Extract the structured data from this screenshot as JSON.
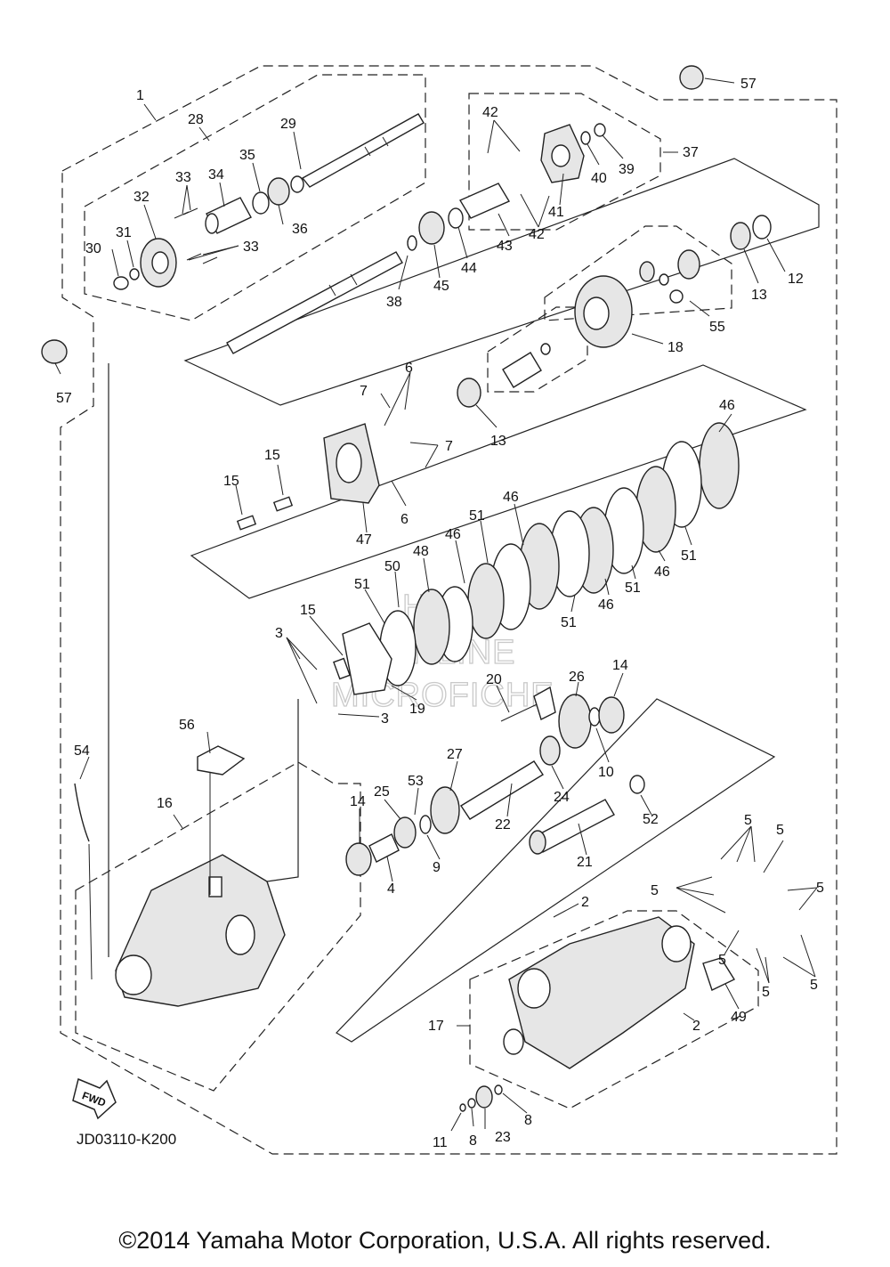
{
  "diagram_code": "JD03110-K200",
  "fwd_label": "FWD",
  "watermark": [
    "HLSM",
    "ONLINE",
    "MICROFICHE"
  ],
  "copyright": "©2014 Yamaha Motor Corporation, U.S.A. All rights reserved.",
  "callouts": {
    "c1": "1",
    "c2a": "2",
    "c2b": "2",
    "c3a": "3",
    "c3b": "3",
    "c4": "4",
    "c5a": "5",
    "c5b": "5",
    "c5c": "5",
    "c5d": "5",
    "c5e": "5",
    "c5f": "5",
    "c5g": "5",
    "c6a": "6",
    "c6b": "6",
    "c7a": "7",
    "c7b": "7",
    "c8a": "8",
    "c8b": "8",
    "c9": "9",
    "c10": "10",
    "c11": "11",
    "c12": "12",
    "c13a": "13",
    "c13b": "13",
    "c14a": "14",
    "c14b": "14",
    "c15a": "15",
    "c15b": "15",
    "c15c": "15",
    "c16": "16",
    "c17": "17",
    "c18": "18",
    "c19": "19",
    "c20": "20",
    "c21": "21",
    "c22": "22",
    "c23": "23",
    "c24": "24",
    "c25": "25",
    "c26": "26",
    "c27": "27",
    "c28": "28",
    "c29": "29",
    "c30": "30",
    "c31": "31",
    "c32": "32",
    "c33a": "33",
    "c33b": "33",
    "c34": "34",
    "c35": "35",
    "c36": "36",
    "c37": "37",
    "c38": "38",
    "c39": "39",
    "c40": "40",
    "c41": "41",
    "c42a": "42",
    "c42b": "42",
    "c43": "43",
    "c44": "44",
    "c45": "45",
    "c46a": "46",
    "c46b": "46",
    "c46c": "46",
    "c46d": "46",
    "c46e": "46",
    "c47": "47",
    "c48": "48",
    "c49": "49",
    "c50": "50",
    "c51a": "51",
    "c51b": "51",
    "c51c": "51",
    "c51d": "51",
    "c51e": "51",
    "c52": "52",
    "c53": "53",
    "c54": "54",
    "c55": "55",
    "c56": "56",
    "c57a": "57",
    "c57b": "57"
  }
}
